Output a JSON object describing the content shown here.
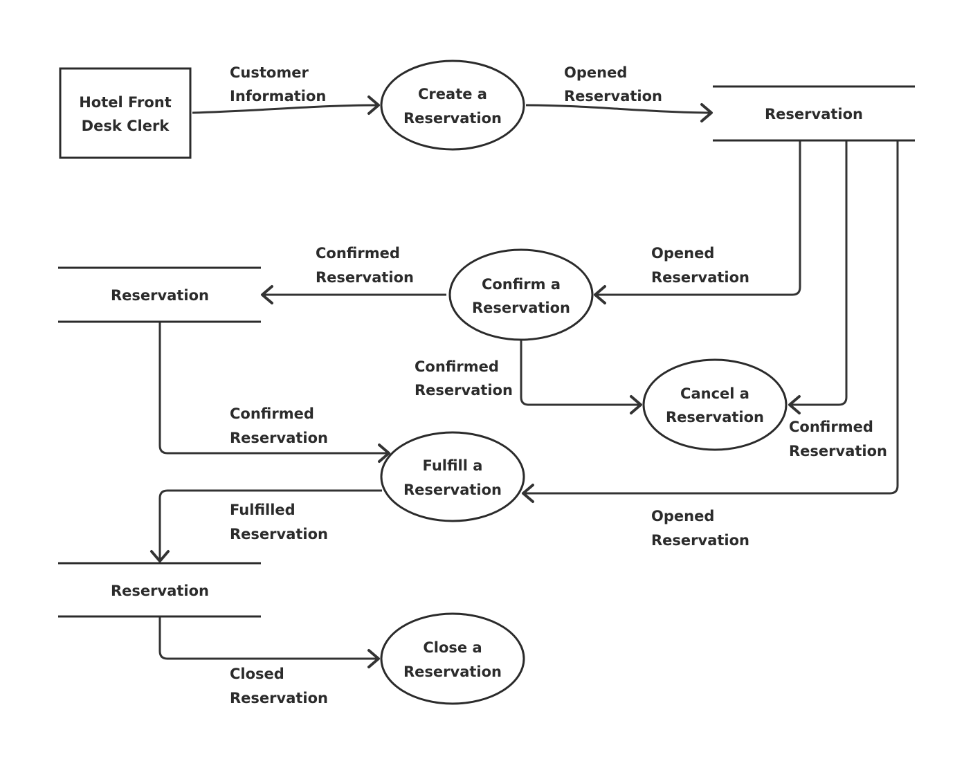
{
  "entities": {
    "clerk": [
      "Hotel Front",
      "Desk Clerk"
    ]
  },
  "processes": {
    "create": [
      "Create a",
      "Reservation"
    ],
    "confirm": [
      "Confirm a",
      "Reservation"
    ],
    "cancel": [
      "Cancel a",
      "Reservation"
    ],
    "fulfill": [
      "Fulfill a",
      "Reservation"
    ],
    "close": [
      "Close a",
      "Reservation"
    ]
  },
  "stores": {
    "store_top": "Reservation",
    "store_mid": "Reservation",
    "store_bottom": "Reservation"
  },
  "flows": {
    "customer_info": [
      "Customer",
      "Information"
    ],
    "opened_to_store": [
      "Opened",
      "Reservation"
    ],
    "opened_to_confirm": [
      "Opened",
      "Reservation"
    ],
    "confirmed_to_store": [
      "Confirmed",
      "Reservation"
    ],
    "confirmed_to_cancel": [
      "Confirmed",
      "Reservation"
    ],
    "store_confirmed_to_cancel": [
      "Confirmed",
      "Reservation"
    ],
    "confirmed_to_fulfill": [
      "Confirmed",
      "Reservation"
    ],
    "opened_to_fulfill": [
      "Opened",
      "Reservation"
    ],
    "fulfilled_to_store": [
      "Fulfilled",
      "Reservation"
    ],
    "closed_to_close": [
      "Closed",
      "Reservation"
    ]
  }
}
